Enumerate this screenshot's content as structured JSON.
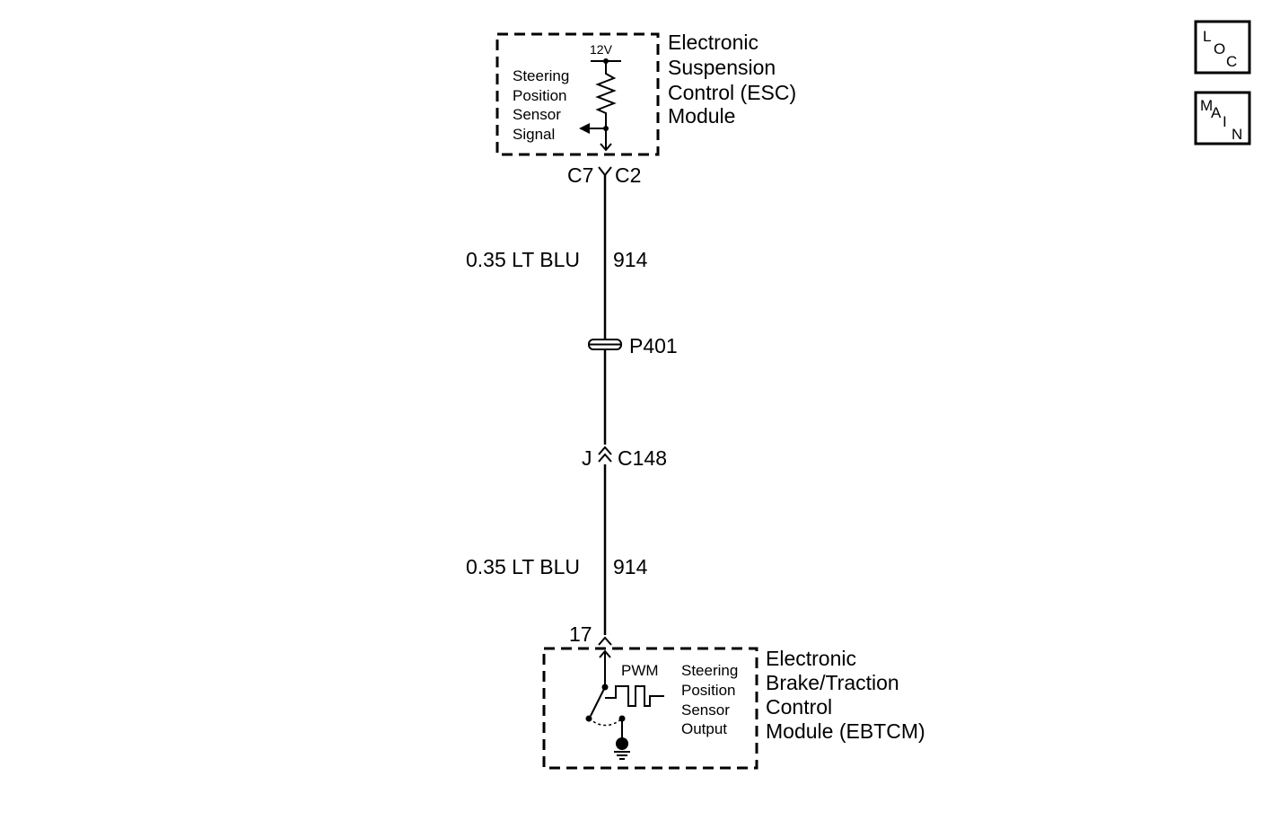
{
  "esc_module": {
    "name_lines": [
      "Electronic",
      "Suspension",
      "Control (ESC)",
      "Module"
    ],
    "voltage": "12V",
    "signal_lines": [
      "Steering",
      "Position",
      "Sensor",
      "Signal"
    ],
    "connector_left": "C7",
    "connector_right": "C2"
  },
  "wire_upper": {
    "gauge_color": "0.35 LT BLU",
    "circuit": "914"
  },
  "splice": {
    "label": "P401"
  },
  "inline_connector": {
    "pin": "J",
    "connector": "C148"
  },
  "wire_lower": {
    "gauge_color": "0.35 LT BLU",
    "circuit": "914"
  },
  "ebtcm_module": {
    "pin": "17",
    "name_lines": [
      "Electronic",
      "Brake/Traction",
      "Control",
      "Module (EBTCM)"
    ],
    "pwm_label": "PWM",
    "output_lines": [
      "Steering",
      "Position",
      "Sensor",
      "Output"
    ]
  },
  "nav": {
    "loc": {
      "l": "L",
      "o": "O",
      "c": "C"
    },
    "main": {
      "m": "M",
      "a": "A",
      "i": "I",
      "n": "N"
    }
  }
}
